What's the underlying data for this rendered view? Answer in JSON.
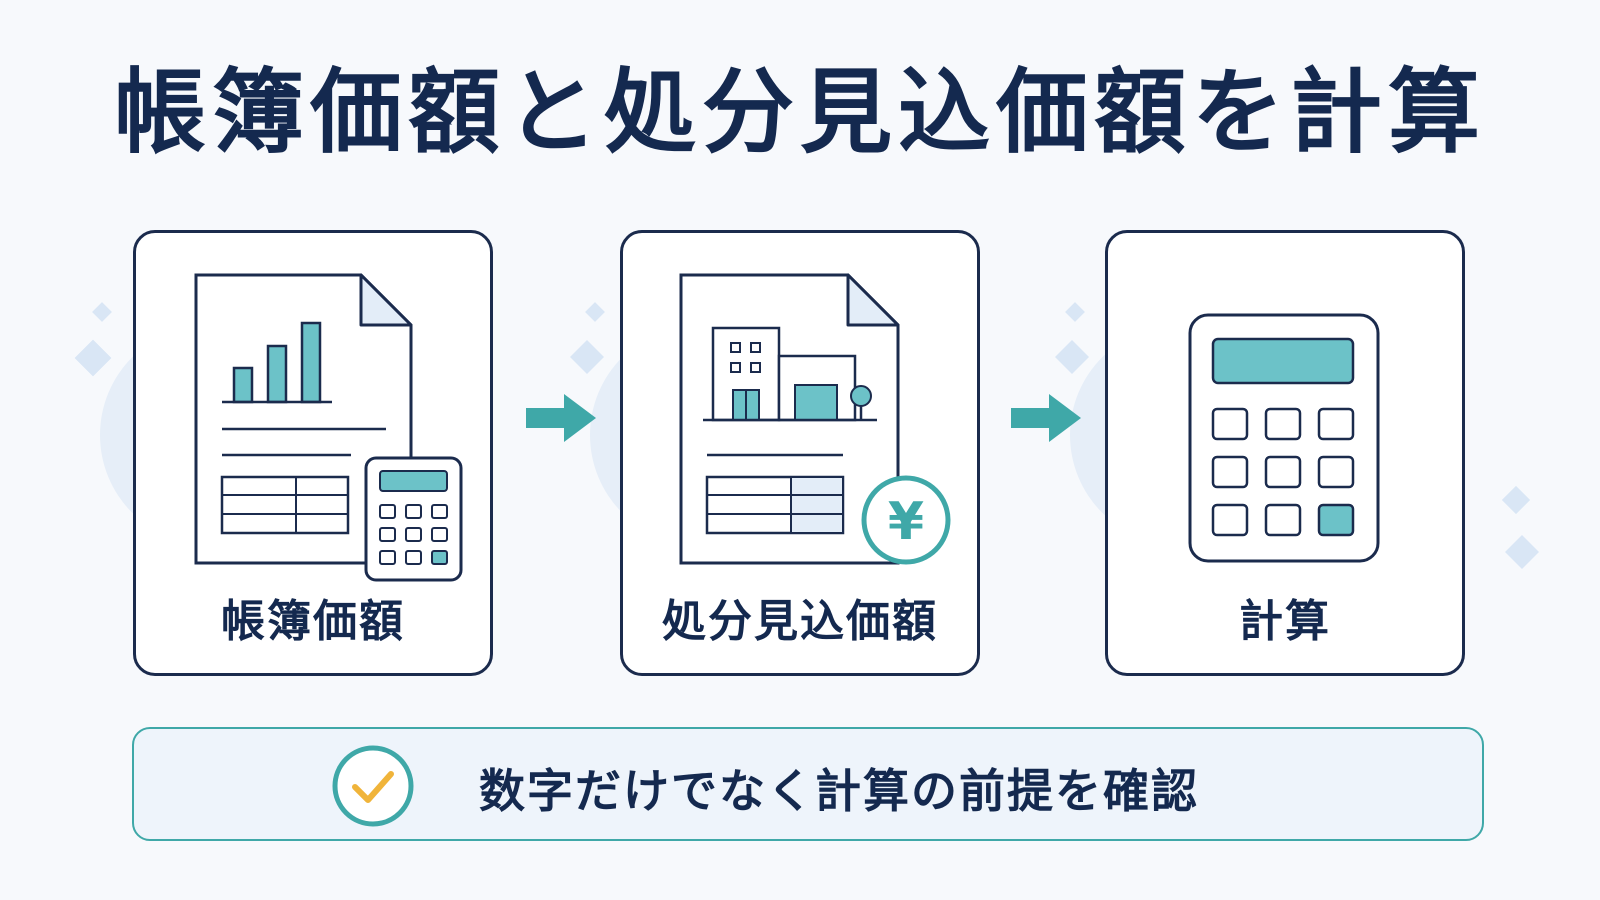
{
  "title": "帳簿価額と処分見込価額を計算",
  "steps": [
    {
      "label": "帳簿価額",
      "icon": "document-chart-calculator-icon"
    },
    {
      "label": "処分見込価額",
      "icon": "document-building-yen-icon"
    },
    {
      "label": "計算",
      "icon": "calculator-icon"
    }
  ],
  "yen_symbol": "¥",
  "note": {
    "text": "数字だけでなく計算の前提を確認",
    "icon": "check-circle-icon"
  },
  "colors": {
    "navy": "#1b2b4d",
    "teal": "#3fa8a8",
    "teal_fill": "#6cc2c8",
    "light_blue": "#e3edf8"
  }
}
